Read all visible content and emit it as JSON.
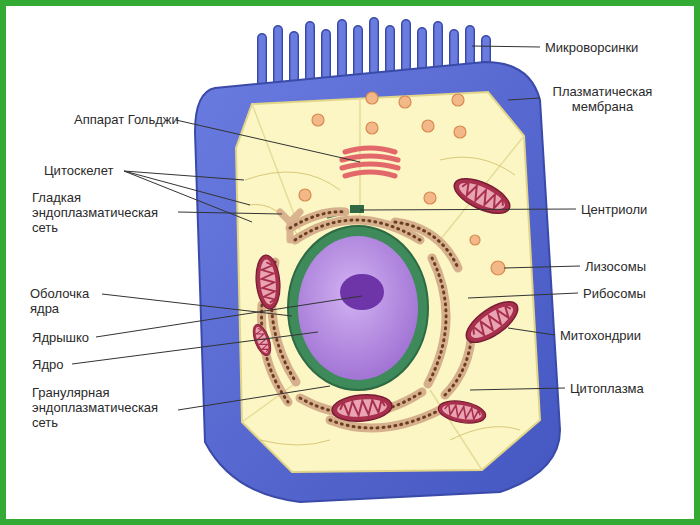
{
  "diagram": {
    "labels": [
      "Аппарат Гольджи",
      "Цитоскелет",
      "Гладкая эндоплазматическая сеть",
      "Оболочка ядра",
      "Ядрышко",
      "Ядро",
      "Гранулярная эндоплазматическая сеть",
      "Микроворсинки",
      "Плазматическая мембрана",
      "Центриоли",
      "Лизосомы",
      "Рибосомы",
      "Митохондрии",
      "Цитоплазма"
    ]
  }
}
